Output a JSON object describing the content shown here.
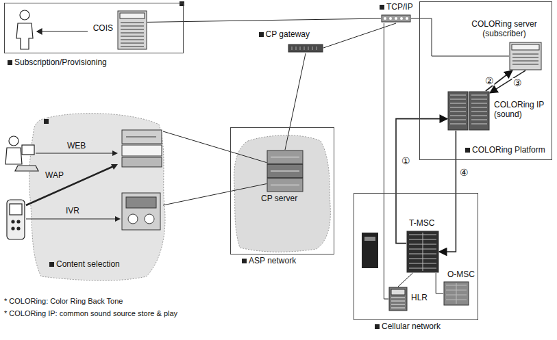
{
  "diagram": {
    "nodes": [
      {
        "text": [
          "Subscription/Provisioning"
        ]
      },
      {
        "text": [
          "COIS"
        ],
        "in": 0
      },
      {
        "text": [
          "Content selection"
        ]
      },
      {
        "text": [
          "ASP network"
        ]
      },
      {
        "text": [
          "CP server"
        ],
        "in": 3
      },
      {
        "text": [
          "CP gateway"
        ]
      },
      {
        "text": [
          "TCP/IP"
        ]
      },
      {
        "text": [
          "COLORing Platform"
        ]
      },
      {
        "text": [
          "COLORing server (subscriber)"
        ],
        "in": 7
      },
      {
        "text": [
          "COLORing IP (sound)"
        ],
        "in": 7
      },
      {
        "text": [
          "Cellular network"
        ]
      },
      {
        "text": [
          "T-MSC"
        ],
        "in": 10
      },
      {
        "text": [
          "O-MSC"
        ],
        "in": 10
      },
      {
        "text": [
          "HLR"
        ],
        "in": 10
      }
    ],
    "edges": [
      {
        "from": 1,
        "to": 6,
        "arrow": "none"
      },
      {
        "from": 4,
        "to": 5,
        "arrow": "none"
      },
      {
        "from": 5,
        "to": 6,
        "arrow": "none"
      },
      {
        "from": 6,
        "to": 8,
        "arrow": "none"
      },
      {
        "from": 9,
        "to": 8,
        "label": "②",
        "arrow": "to"
      },
      {
        "from": 8,
        "to": 9,
        "label": "③",
        "arrow": "to"
      },
      {
        "from": 11,
        "to": 9,
        "label": "①",
        "arrow": "to"
      },
      {
        "from": 9,
        "to": 11,
        "label": "④",
        "arrow": "to"
      },
      {
        "from": 6,
        "to": 13,
        "arrow": "none"
      },
      {
        "from": 11,
        "to": 12,
        "arrow": "none"
      },
      {
        "from": 11,
        "to": 13,
        "arrow": "none"
      },
      {
        "from": 2,
        "to": 4,
        "arrow": "none"
      },
      {
        "from": 2,
        "to": 4,
        "arrow": "none"
      }
    ],
    "labels": [
      "WEB",
      "WAP",
      "IVR",
      "* COLORing: Color Ring Back Tone",
      "* COLORing IP: common sound source store & play"
    ]
  }
}
